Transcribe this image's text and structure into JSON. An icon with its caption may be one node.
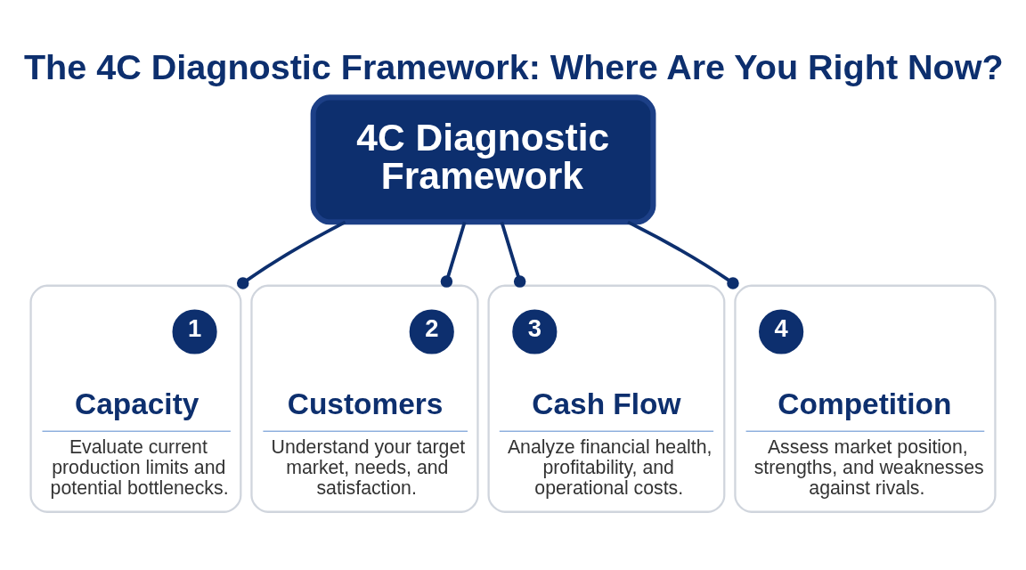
{
  "diagram": {
    "title": "The 4C Diagnostic Framework: Where Are You Right Now?",
    "nodes": [
      {
        "text": [
          "4C Diagnostic Framework"
        ]
      },
      {
        "text": [
          "Capacity",
          "Evaluate current production limits and potential bottlenecks."
        ]
      },
      {
        "text": [
          "1"
        ],
        "in": 1
      },
      {
        "text": [
          "Customers",
          "Understand your target market, needs, and satisfaction."
        ]
      },
      {
        "text": [
          "2"
        ],
        "in": 3
      },
      {
        "text": [
          "Cash Flow",
          "Analyze financial health, profitability, and operational costs."
        ]
      },
      {
        "text": [
          "3"
        ],
        "in": 5
      },
      {
        "text": [
          "Competition",
          "Assess market position, strengths, and weaknesses against rivals."
        ]
      },
      {
        "text": [
          "4"
        ],
        "in": 7
      }
    ],
    "edges": [
      {
        "from": 0,
        "to": 1,
        "arrow": "other"
      },
      {
        "from": 0,
        "to": 3,
        "arrow": "other"
      },
      {
        "from": 0,
        "to": 5,
        "arrow": "other"
      },
      {
        "from": 0,
        "to": 7,
        "arrow": "other"
      }
    ]
  }
}
